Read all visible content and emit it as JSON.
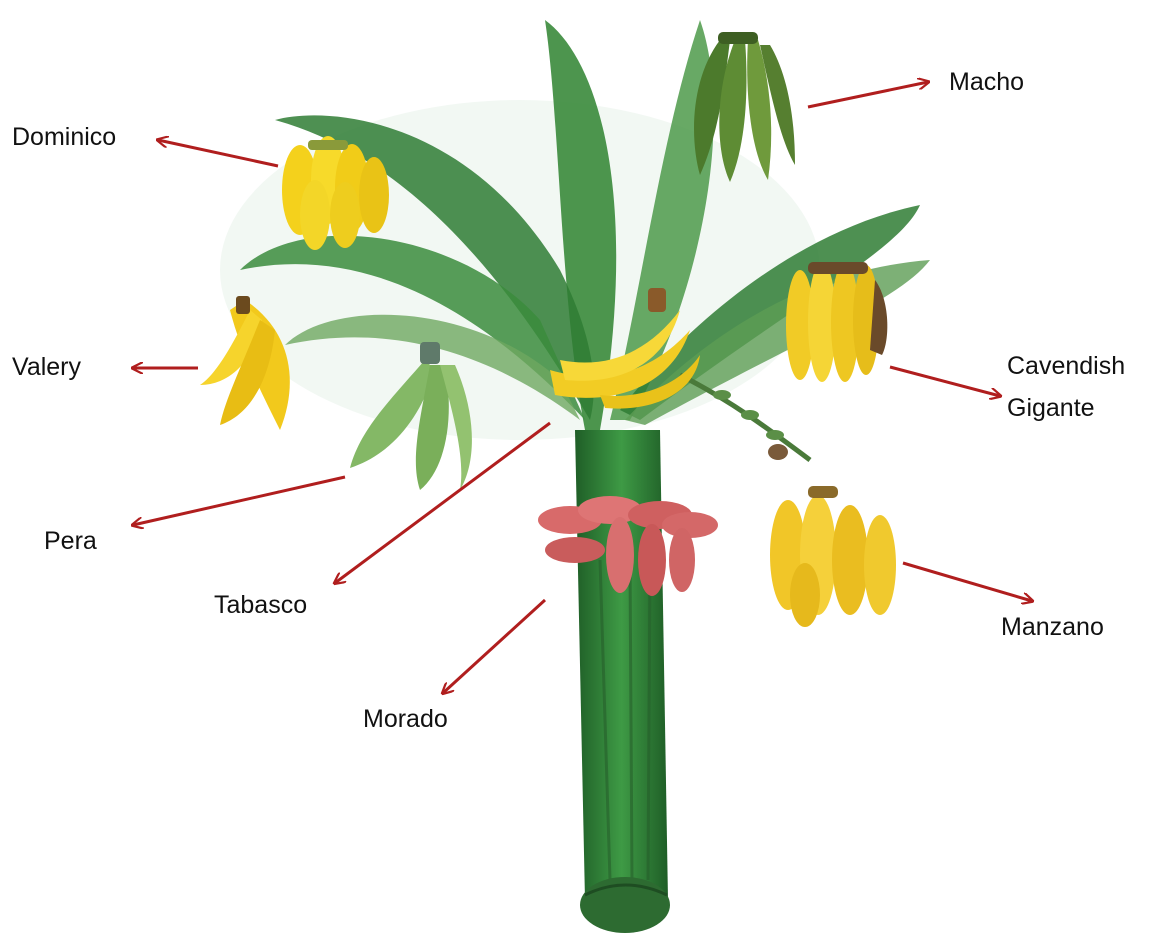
{
  "colors": {
    "arrow": "#b01e1e",
    "trunk": "#2f7a35",
    "leaf": "#3d8a3c",
    "banana_yellow": "#f2d028",
    "banana_green": "#7fb85a",
    "banana_red": "#d96a6a"
  },
  "labels": {
    "dominico": "Dominico",
    "macho": "Macho",
    "valery": "Valery",
    "cavendish_line1": "Cavendish",
    "cavendish_line2": "Gigante",
    "pera": "Pera",
    "tabasco": "Tabasco",
    "manzano": "Manzano",
    "morado": "Morado"
  }
}
